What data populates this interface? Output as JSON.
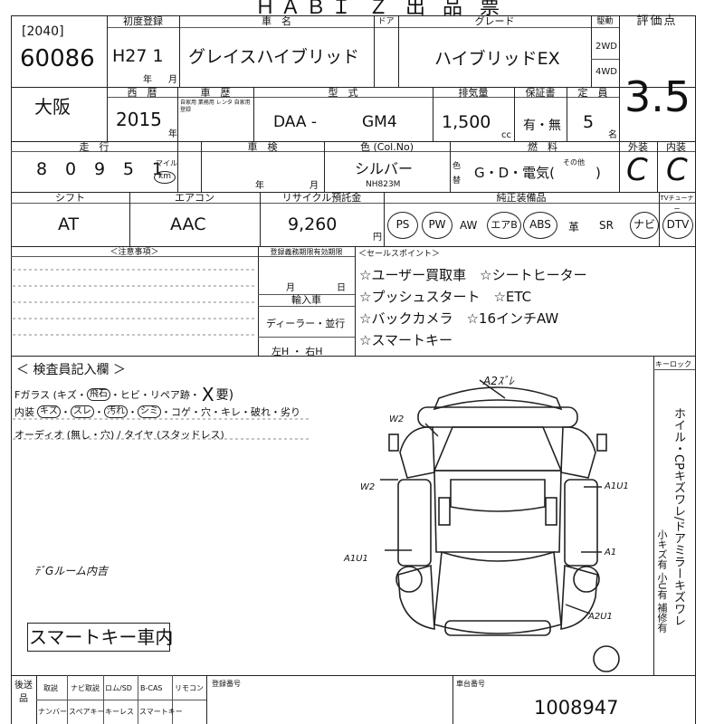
{
  "title_top": "ＨＡＢＩ Ｚ 出 品 票",
  "header": {
    "lot_code_label": "[2040]",
    "lot_number": "60086",
    "first_reg_label": "初度登録",
    "first_reg_value": "H27 1",
    "first_reg_year_unit": "年",
    "first_reg_month_unit": "月",
    "car_name_label": "車　名",
    "car_name": "グレイスハイブリッド",
    "door_label": "ドア",
    "grade_label": "グレード",
    "grade": "ハイブリッドEX",
    "drive_label": "駆動",
    "drive_2wd": "2WD",
    "drive_4wd": "4WD",
    "score_label": "評価点",
    "score": "3.5"
  },
  "row2": {
    "location": "大阪",
    "year_label": "西　暦",
    "year": "2015",
    "year_unit": "年",
    "history_label": "車　歴",
    "history_note": "自家用 業務用 レンタ 自家用 登録",
    "model_label": "型　式",
    "model_prefix": "DAA -",
    "model_code": "GM4",
    "displacement_label": "排気量",
    "displacement": "1,500",
    "displacement_unit": "cc",
    "warranty_label": "保証書",
    "warranty": "有・無",
    "capacity_label": "定　員",
    "capacity": "5",
    "capacity_unit": "名"
  },
  "row3": {
    "mileage_label": "走　行",
    "mileage_digits": [
      "8",
      "0",
      "9",
      "5",
      "1"
    ],
    "mileage_unit_mile": "マイル",
    "mileage_unit_km": "km",
    "inspection_label": "車　検",
    "inspection_year_unit": "年",
    "inspection_month_unit": "月",
    "color_label": "色 (Col.No)",
    "color": "シルバー",
    "color_code": "NH823M",
    "color_change_label": "色替",
    "fuel_label": "燃　料",
    "fuel": "G・D・電気(　　　)",
    "fuel_other": "その他",
    "exterior_label": "外装",
    "exterior": "C",
    "interior_label": "内装",
    "interior": "C"
  },
  "row4": {
    "shift_label": "シフト",
    "shift": "AT",
    "aircon_label": "エアコン",
    "aircon": "AAC",
    "recycle_label": "リサイクル預託金",
    "recycle": "9,260",
    "recycle_unit": "円",
    "equipment_label": "純正装備品",
    "tuner_label": "TVチューナー",
    "equipment": [
      "PS",
      "PW",
      "AW",
      "エアB",
      "ABS",
      "革",
      "SR",
      "ナビ",
      "DTV"
    ],
    "equipment_circled": [
      true,
      true,
      false,
      true,
      true,
      false,
      false,
      true,
      true
    ]
  },
  "notes": {
    "caution_label": "＜注意事項＞",
    "registration_deadline_label": "登録義務期限有効期限",
    "reg_month_unit": "月",
    "reg_day_unit": "日",
    "import_label": "輸入車",
    "dealer": "ディーラー・並行",
    "steering": "左H ・ 右H",
    "sales_label": "＜セールスポイント＞",
    "sales_points": [
      "☆ユーザー買取車　☆シートヒーター",
      "☆プッシュスタート　☆ETC",
      "☆バックカメラ　☆16インチAW",
      "☆スマートキー"
    ]
  },
  "inspector": {
    "title": "＜ 検査員記入欄 ＞",
    "keylock_label": "キーロック",
    "glass_line_prefix": "Fガラス (キズ・",
    "glass_line_circled": "飛石",
    "glass_line_suffix": "・ヒビ・リペア跡・",
    "glass_x": "X",
    "glass_req": "要)",
    "interior_line_prefix": "内装",
    "interior_circled": [
      "キズ",
      "スレ",
      "汚れ",
      "シミ"
    ],
    "interior_line_suffix": "・コゲ・穴・キレ・破れ・劣り",
    "audio_line": "オーディオ (無し・穴) / タイヤ (スタッドレス)",
    "room_note": "ﾃﾞGルーム内吉",
    "smartkey_note": "スマートキー車内",
    "diagram_labels": {
      "top": "A2ｽﾞﾚ",
      "left_top": "W2",
      "left_mid": "W2",
      "left_low": "A1U1",
      "right_mid": "A1U1",
      "right_low": "A1",
      "bottom_right": "A2U1"
    },
    "wheel_vertical_text": "ホイル・CPキズワレ/ドアミラーキズワレ",
    "wheel_vertical_text2": "小キズ有 小U有 補修有"
  },
  "footer": {
    "shipping_label": "後送品",
    "items_row1": [
      "取説",
      "ナビ取説",
      "ロム/SD",
      "B-CAS",
      "リモコン"
    ],
    "items_row2": [
      "ナンバー",
      "スペアキー",
      "キーレス",
      "スマートキー"
    ],
    "registration_no_label": "登録番号",
    "chassis_label": "車台番号",
    "chassis_number": "1008947"
  }
}
